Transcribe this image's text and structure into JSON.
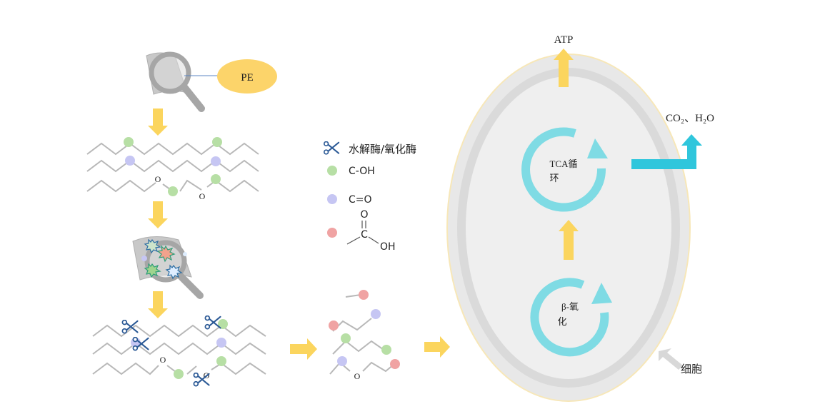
{
  "pe_label": "PE",
  "legend": {
    "enzyme_label": "水解酶/氧化酶",
    "hydroxyl_label": "C-OH",
    "carbonyl_label": "C=O",
    "carboxyl_o_label": "O",
    "carboxyl_c_label": "C",
    "carboxyl_oh_label": "OH"
  },
  "chain_o_label": "O",
  "cell": {
    "atp_label": "ATP",
    "co2_h2o_label": "CO₂、H₂O",
    "tca_line1": "TCA循",
    "tca_line2": "环",
    "beta_line1": "β-氧",
    "beta_line2": "化",
    "cell_label": "细胞"
  },
  "colors": {
    "arrow_yellow": "#fbd55e",
    "pe_fill": "#fcd46a",
    "green_group": "#b7dfa5",
    "blue_group": "#c6c6f3",
    "red_group": "#f0a3a3",
    "cycle_cyan": "#7fdbe4",
    "exit_cyan": "#2fc6dc",
    "cell_outer": "#e8e8e8",
    "cell_ring": "#dadada",
    "cell_inner": "#efefef",
    "cell_edge": "#f7e7b8",
    "scissor_blue": "#2c5a96"
  },
  "icons": [
    "magnifier-icon",
    "scissors-icon",
    "enzyme-star-icon"
  ]
}
